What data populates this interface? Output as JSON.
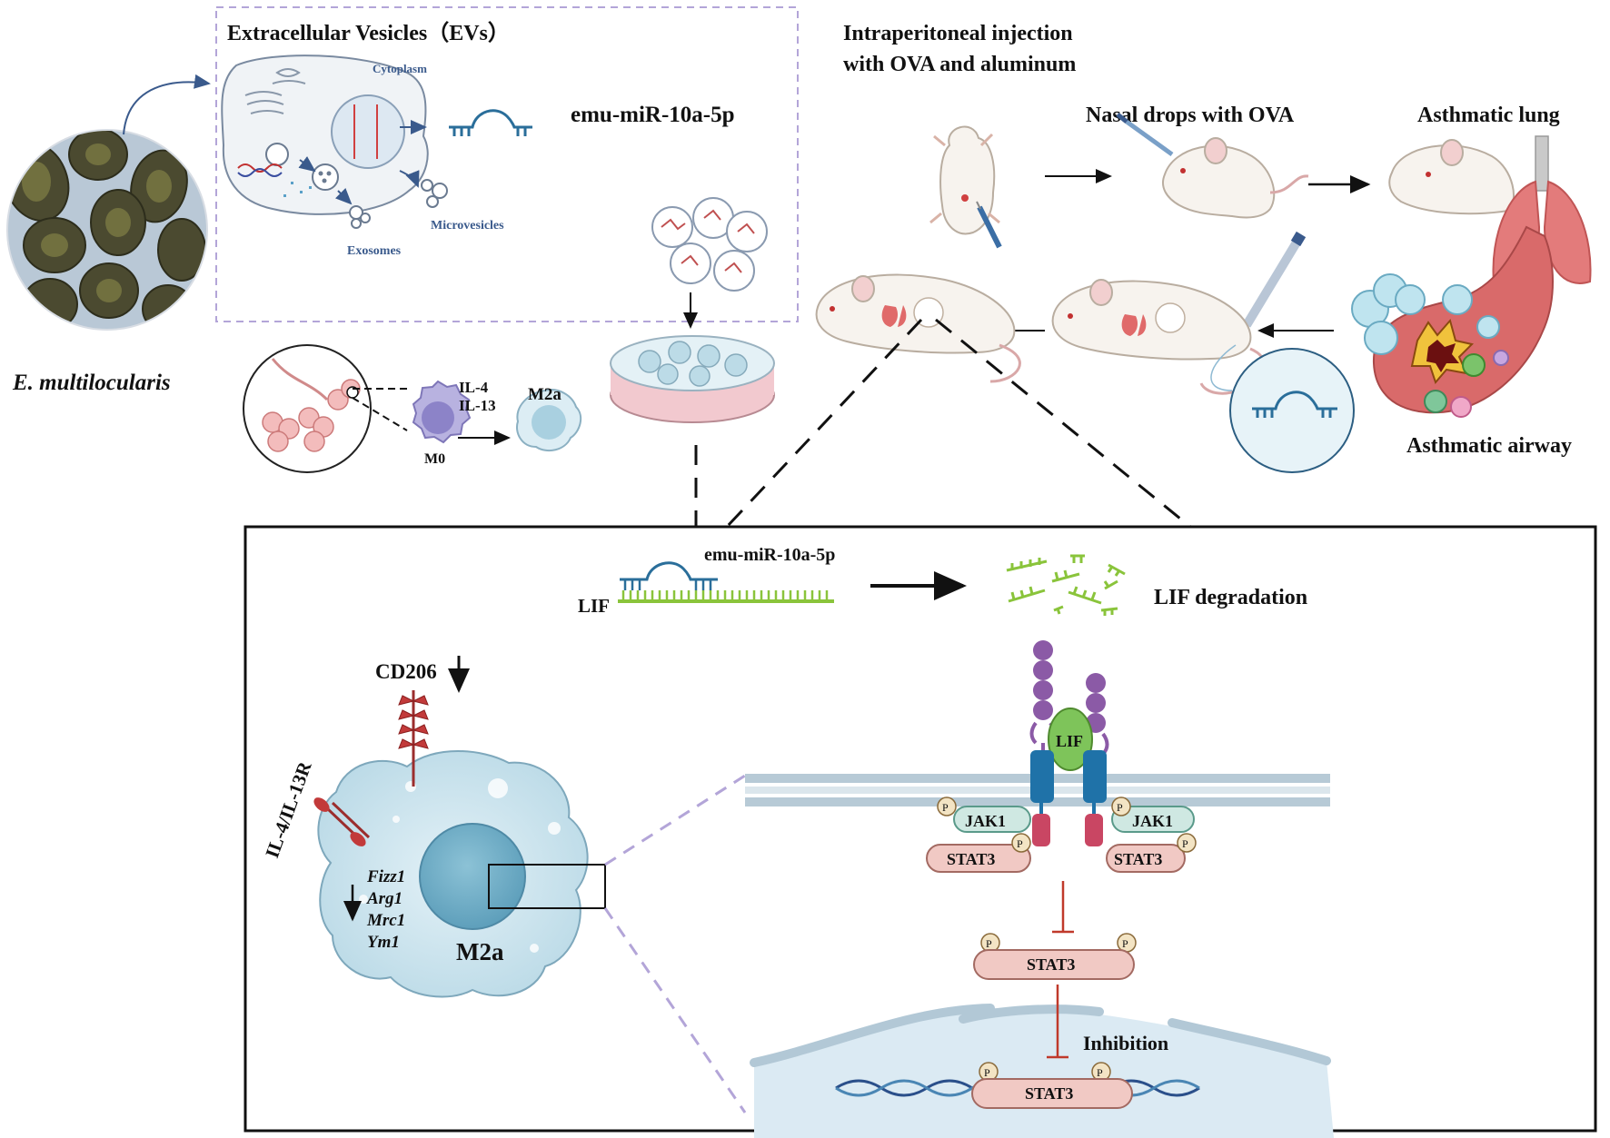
{
  "ev_box": {
    "title": "Extracellular Vesicles（EVs）",
    "cytoplasm": "Cytoplasm",
    "microvesicles": "Microvesicles",
    "exosomes": "Exosomes",
    "mirna": "emu-miR-10a-5p"
  },
  "parasite": {
    "name": "E. multilocularis"
  },
  "macrophage_panel": {
    "il4": "IL-4",
    "il13": "IL-13",
    "m0": "M0",
    "m2a": "M2a"
  },
  "mouse_model": {
    "injection_line1": "Intraperitoneal injection",
    "injection_line2": "with OVA and aluminum",
    "nasal": "Nasal drops with OVA",
    "lung": "Asthmatic lung",
    "airway": "Asthmatic airway"
  },
  "mechanism": {
    "mirna": "emu-miR-10a-5p",
    "lif_mrna": "LIF",
    "lif_degradation": "LIF degradation",
    "cd206": "CD206",
    "receptor": "IL-4/IL-13R",
    "genes": [
      "Fizz1",
      "Arg1",
      "Mrc1",
      "Ym1"
    ],
    "cell": "M2a",
    "lif_protein": "LIF",
    "jak1_left": "JAK1",
    "jak1_right": "JAK1",
    "stat3_left": "STAT3",
    "stat3_right": "STAT3",
    "stat3_cyto": "STAT3",
    "stat3_nuc": "STAT3",
    "phospho": "P",
    "inhibition": "Inhibition"
  }
}
